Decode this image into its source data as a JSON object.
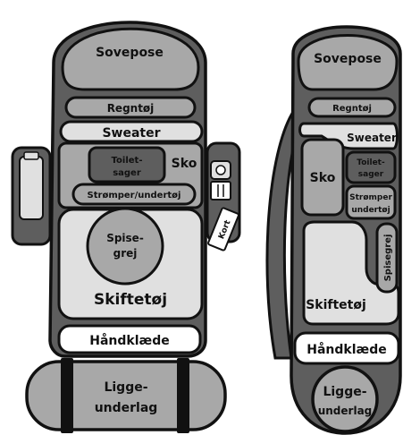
{
  "colors": {
    "outline": "#111111",
    "shell": "#5e5e5e",
    "compartment": "#a8a8a8",
    "light": "#e0e0e0",
    "white": "#ffffff"
  },
  "front_pack": {
    "sleeping_bag": "Sovepose",
    "rain_gear": "Regntøj",
    "sweater": "Sweater",
    "toiletries_line1": "Toilet-",
    "toiletries_line2": "sager",
    "shoes": "Sko",
    "socks_underwear": "Strømper/undertøj",
    "dishes_line1": "Spise-",
    "dishes_line2": "grej",
    "change_clothes": "Skiftetøj",
    "towel": "Håndklæde",
    "map": "Kort",
    "mat_line1": "Ligge-",
    "mat_line2": "underlag"
  },
  "side_pack": {
    "sleeping_bag": "Sovepose",
    "rain_gear": "Regntøj",
    "sweater": "Sweater",
    "shoes": "Sko",
    "toiletries_line1": "Toilet-",
    "toiletries_line2": "sager",
    "socks_line1": "Strømper",
    "socks_line2": "undertøj",
    "dishes": "Spisegrej",
    "change_clothes": "Skiftetøj",
    "towel": "Håndklæde",
    "mat_line1": "Ligge-",
    "mat_line2": "underlag"
  }
}
